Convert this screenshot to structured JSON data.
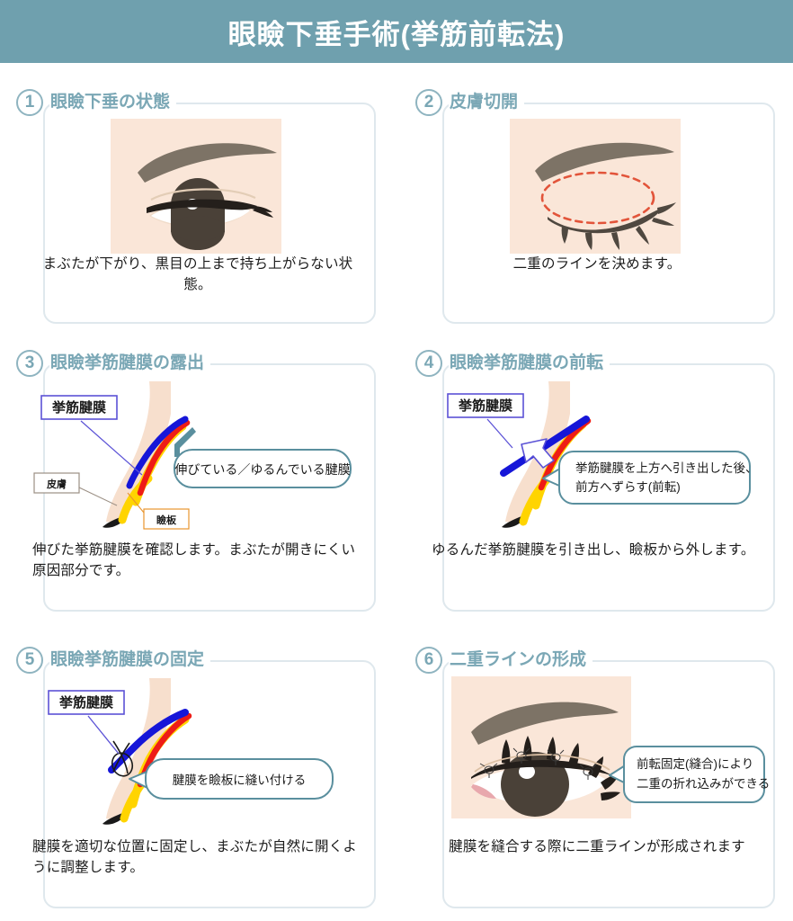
{
  "header": {
    "title": "眼瞼下垂手術(挙筋前転法)",
    "banner_color": "#6fa0ae"
  },
  "theme": {
    "accent": "#7aa7b5",
    "panel_border": "#dfe8ed",
    "skin_bg": "#fae6d8",
    "brow": "#7d7366",
    "iris": "#4a4138",
    "aponeurosis_blue": "#1616d8",
    "muller_red": "#ee1c16",
    "tarsus_yellow": "#ffd400",
    "skin_tissue": "#f7dfcd",
    "incision_red": "#e2543a",
    "bubble_border": "#5a8f9e",
    "label_purple": "#5b52d6",
    "label_gray": "#9b8f84",
    "label_orange": "#e8952e"
  },
  "steps": [
    {
      "number": "1",
      "title": "眼瞼下垂の状態",
      "caption": "まぶたが下がり、黒目の上まで持ち上がらない状態。",
      "art": "eye-ptosis"
    },
    {
      "number": "2",
      "title": "皮膚切開",
      "caption": "二重のラインを決めます。",
      "art": "eye-closed-incision"
    },
    {
      "number": "3",
      "title": "眼瞼挙筋腱膜の露出",
      "caption": "伸びた挙筋腱膜を確認します。まぶたが開きにくい原因部分です。",
      "art": "cross-section-exposed",
      "labels": [
        {
          "text": "挙筋腱膜",
          "style": "purple"
        },
        {
          "text": "皮膚",
          "style": "gray"
        },
        {
          "text": "瞼板",
          "style": "orange"
        }
      ],
      "bubbles": [
        {
          "lines": [
            "伸びている／ゆるんでいる腱膜"
          ]
        }
      ]
    },
    {
      "number": "4",
      "title": "眼瞼挙筋腱膜の前転",
      "caption": "ゆるんだ挙筋腱膜を引き出し、瞼板から外します。",
      "art": "cross-section-advanced",
      "labels": [
        {
          "text": "挙筋腱膜",
          "style": "purple"
        }
      ],
      "bubbles": [
        {
          "lines": [
            "挙筋腱膜を上方へ引き出した後、",
            "前方へずらす(前転)"
          ]
        }
      ]
    },
    {
      "number": "5",
      "title": "眼瞼挙筋腱膜の固定",
      "caption": "腱膜を適切な位置に固定し、まぶたが自然に開くように調整します。",
      "art": "cross-section-sutured",
      "labels": [
        {
          "text": "挙筋腱膜",
          "style": "purple"
        }
      ],
      "bubbles": [
        {
          "lines": [
            "腱膜を瞼板に縫い付ける"
          ]
        }
      ]
    },
    {
      "number": "6",
      "title": "二重ラインの形成",
      "caption": "腱膜を縫合する際に二重ラインが形成されます",
      "art": "eye-result",
      "bubbles": [
        {
          "lines": [
            "前転固定(縫合)により",
            "二重の折れ込みができる"
          ]
        }
      ]
    }
  ]
}
